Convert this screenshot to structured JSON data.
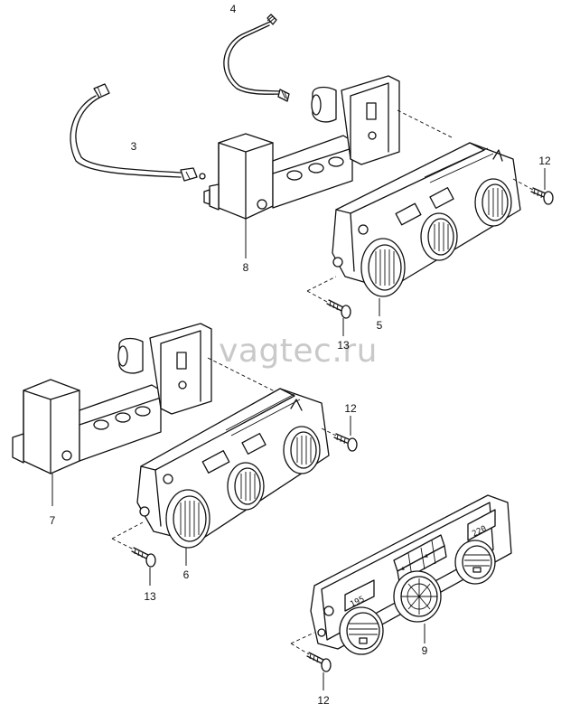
{
  "watermark": "vagtec.ru",
  "callouts": {
    "c4": "4",
    "c3": "3",
    "c8": "8",
    "c12a": "12",
    "c13a": "13",
    "c5": "5",
    "c12b": "12",
    "c7": "7",
    "c6": "6",
    "c13b": "13",
    "c9": "9",
    "c12c": "12"
  },
  "display_left": "195",
  "display_right": "220"
}
